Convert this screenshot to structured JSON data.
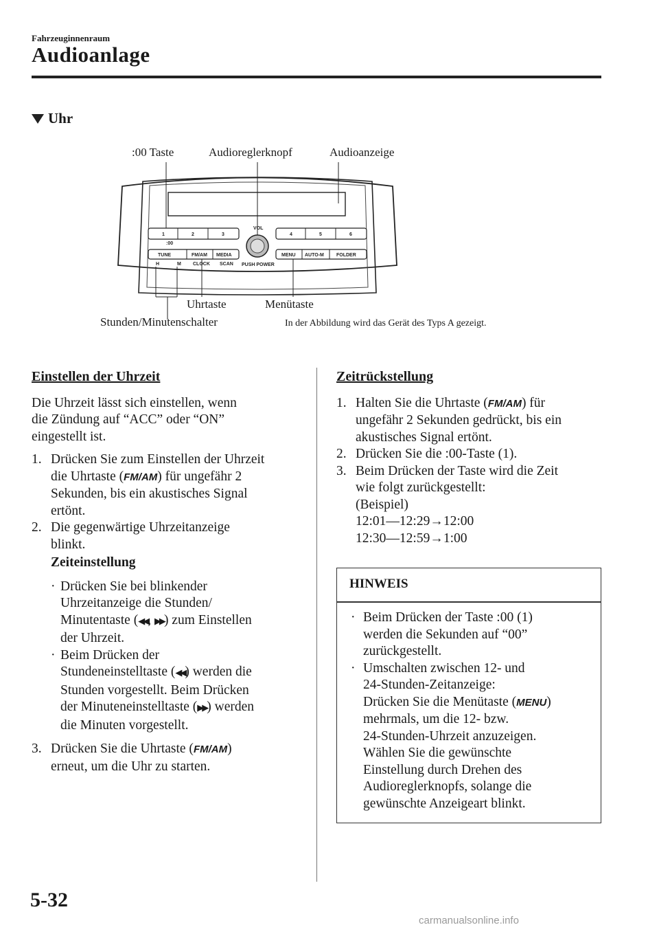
{
  "header": {
    "section": "Fahrzeuginnenraum",
    "title": "Audioanlage"
  },
  "subheading": "Uhr",
  "figure": {
    "labels": {
      "taste00": ":00 Taste",
      "knob": "Audioreglerknopf",
      "display": "Audioanzeige",
      "uhrtaste": "Uhrtaste",
      "menuetaste": "Menütaste",
      "stunden": "Stunden/Minutenschalter"
    },
    "caption": "In der Abbildung wird das Gerät des Typs A gezeigt.",
    "panel": {
      "vol": "VOL",
      "push_power": "PUSH POWER",
      "btn1": "1",
      "btn2": "2",
      "btn3": "3",
      "btn4": "4",
      "btn5": "5",
      "btn6": "6",
      "colon00": ":00",
      "tune": "TUNE",
      "fmam": "FM/AM",
      "media": "MEDIA",
      "menu": "MENU",
      "autom": "AUTO-M",
      "folder": "FOLDER",
      "h": "H",
      "m": "M",
      "clock": "CLOCK",
      "scan": "SCAN"
    }
  },
  "left": {
    "heading": "Einstellen der Uhrzeit",
    "intro": [
      "Die Uhrzeit lässt sich einstellen, wenn",
      "die Zündung auf “ACC” oder “ON”",
      "eingestellt ist."
    ],
    "step1": {
      "num": "1.",
      "pre": "Drücken Sie zum Einstellen der Uhrzeit",
      "line2a": "die Uhrtaste (",
      "glyph": "FM/AM",
      "line2b": ") für ungefähr 2",
      "line3": "Sekunden, bis ein akustisches Signal",
      "line4": "ertönt."
    },
    "step2": {
      "num": "2.",
      "line1": "Die gegenwärtige Uhrzeitanzeige",
      "line2": "blinkt."
    },
    "zeiteinstellung": "Zeiteinstellung",
    "bullet1": {
      "line1": "Drücken Sie bei blinkender",
      "line2": "Uhrzeitanzeige die Stunden/",
      "line3a": "Minutentaste (",
      "line3b": ") zum Einstellen",
      "line4": "der Uhrzeit."
    },
    "bullet2": {
      "line1": "Beim Drücken der",
      "line2a": "Stundeneinstelltaste (",
      "line2b": ") werden die",
      "line3": "Stunden vorgestellt. Beim Drücken",
      "line4a": "der Minuteneinstelltaste (",
      "line4b": ") werden",
      "line5": "die Minuten vorgestellt."
    },
    "step3": {
      "num": "3.",
      "line1a": "Drücken Sie die Uhrtaste (",
      "glyph": "FM/AM",
      "line1b": ")",
      "line2": "erneut, um die Uhr zu starten."
    }
  },
  "right": {
    "heading": "Zeitrückstellung",
    "step1": {
      "num": "1.",
      "line1a": "Halten Sie die Uhrtaste (",
      "glyph": "FM/AM",
      "line1b": ") für",
      "line2": "ungefähr 2 Sekunden gedrückt, bis ein",
      "line3": "akustisches Signal ertönt."
    },
    "step2": {
      "num": "2.",
      "line1": "Drücken Sie die :00-Taste (1)."
    },
    "step3": {
      "num": "3.",
      "line1": "Beim Drücken der Taste wird die Zeit",
      "line2": "wie folgt zurückgestellt:",
      "line3": "(Beispiel)",
      "line4": "12:01—12:29→12:00",
      "line5": "12:30—12:59→1:00"
    },
    "hinweis": {
      "title": "HINWEIS",
      "b1": [
        "Beim Drücken der Taste :00 (1)",
        "werden die Sekunden auf “00”",
        "zurückgestellt."
      ],
      "b2": {
        "line1": "Umschalten zwischen 12- und",
        "line2": "24-Stunden-Zeitanzeige:",
        "line3a": "Drücken Sie die Menütaste (",
        "glyph": "MENU",
        "line3b": ")",
        "rest": [
          "mehrmals, um die 12- bzw.",
          "24-Stunden-Uhrzeit anzuzeigen.",
          "Wählen Sie die gewünschte",
          "Einstellung durch Drehen des",
          "Audioreglerknopfs, solange die",
          "gewünschte Anzeigeart blinkt."
        ]
      }
    }
  },
  "footer": {
    "page": "5-32",
    "watermark": "carmanualsonline.info"
  }
}
